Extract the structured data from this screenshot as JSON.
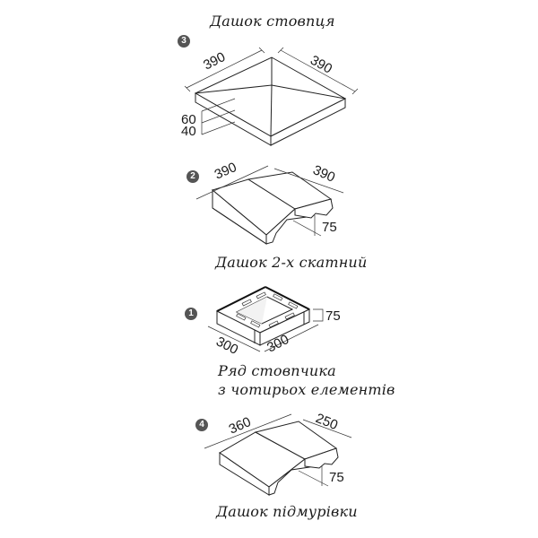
{
  "items": [
    {
      "number": "3",
      "title": "Дашок стовпця",
      "dimensions": {
        "length_left": "390",
        "length_right": "390",
        "height_top": "60",
        "height_bottom": "40"
      }
    },
    {
      "number": "2",
      "title": "Дашок 2-х скатний",
      "dimensions": {
        "length_left": "390",
        "length_right": "390",
        "height": "75"
      }
    },
    {
      "number": "1",
      "title_line1": "Ряд стовпчика",
      "title_line2": "з чотирьох елементів",
      "dimensions": {
        "length_left": "300",
        "length_right": "300",
        "height": "75"
      }
    },
    {
      "number": "4",
      "title": "Дашок підмурівки",
      "dimensions": {
        "length_left": "360",
        "length_right": "250",
        "height": "75"
      }
    }
  ]
}
